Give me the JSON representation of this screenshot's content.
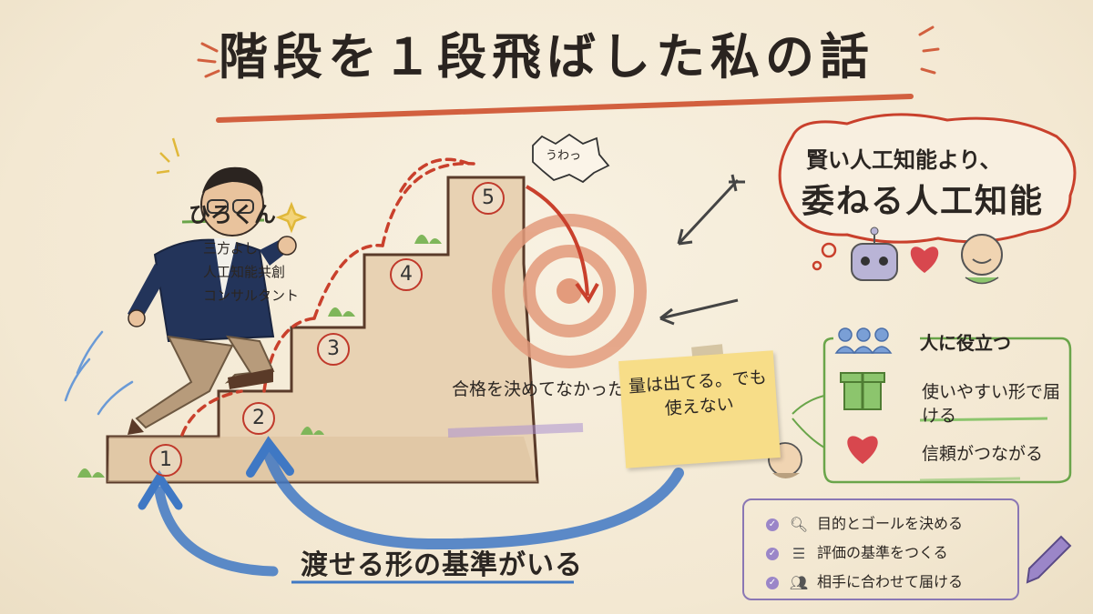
{
  "title": "階段を１段飛ばした私の話",
  "person": {
    "name": "ひろくん",
    "role_lines": [
      "三方よし",
      "人工知能共創",
      "コンサルタント"
    ]
  },
  "steps": [
    "1",
    "2",
    "3",
    "4",
    "5"
  ],
  "exclamation": "うわっ",
  "bubble": {
    "line1": "賢い人工知能より、",
    "line2": "委ねる人工知能"
  },
  "goal_note": "合格を決めてなかった",
  "sticky_note": "量は出てる。でも使えない",
  "bridge_text": "渡せる形の基準がいる",
  "help": {
    "title": "人に役立つ",
    "use": "使いやすい形で届ける",
    "trust": "信頼がつながる"
  },
  "checklist": [
    {
      "icon": "magnifier-icon",
      "label": "目的とゴールを決める"
    },
    {
      "icon": "list-icon",
      "label": "評価の基準をつくる"
    },
    {
      "icon": "people-icon",
      "label": "相手に合わせて届ける"
    }
  ],
  "colors": {
    "red": "#c9402c",
    "blue": "#3f78c4",
    "purple": "#8a77b4",
    "green": "#6aa54a"
  }
}
